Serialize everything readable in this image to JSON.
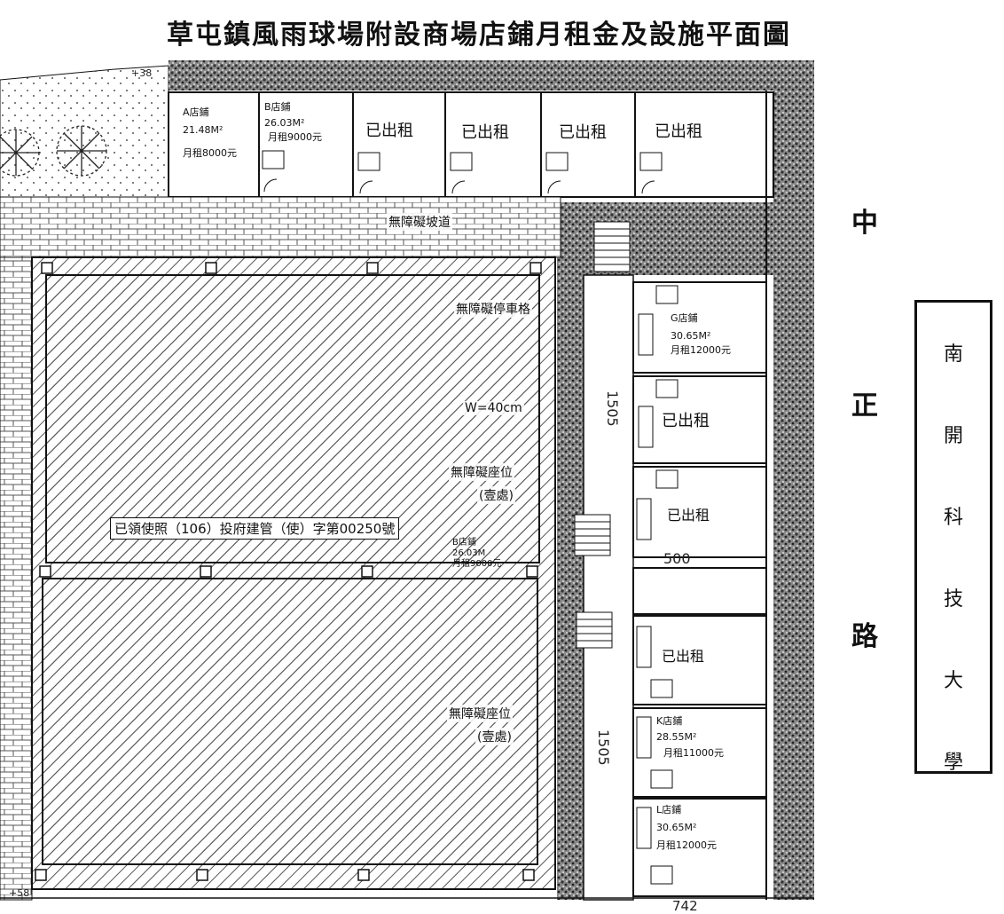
{
  "title": "草屯鎮風雨球場附設商場店鋪月租金及設施平面圖",
  "shops_top": [
    {
      "name": "A店鋪",
      "area": "21.48M²",
      "rent": "月租8000元"
    },
    {
      "name": "B店鋪",
      "area": "26.03M²",
      "rent": "月租9000元"
    },
    {
      "status": "已出租"
    },
    {
      "status": "已出租"
    },
    {
      "status": "已出租"
    },
    {
      "status": "已出租"
    }
  ],
  "shops_right": {
    "g": {
      "name": "G店鋪",
      "area": "30.65M²",
      "rent": "月租12000元"
    },
    "h": {
      "status": "已出租"
    },
    "i": {
      "status": "已出租"
    },
    "j": {
      "status": "已出租"
    },
    "k": {
      "name": "K店鋪",
      "area": "28.55M²",
      "rent": "月租11000元"
    },
    "l": {
      "name": "L店鋪",
      "area": "30.65M²",
      "rent": "月租12000元"
    }
  },
  "small_shop": {
    "name": "B店鋪",
    "area": "26.03M",
    "rent": "月租9000元"
  },
  "road": [
    "中",
    "正",
    "路"
  ],
  "university": [
    "南",
    "開",
    "科",
    "技",
    "大",
    "學"
  ],
  "annotations": {
    "a1": "無障礙坡道",
    "a2": "無障礙停車格",
    "a3": "W=40cm",
    "a4": "無障礙座位",
    "a5": "(壹處)",
    "a6": "無障礙座位",
    "a7": "(壹處)"
  },
  "permit_text": "已領使照（106）投府建管（使）字第00250號",
  "dims": {
    "d1": "1505",
    "d2": "1505",
    "d3": "500",
    "d4": "742",
    "d5": "+38",
    "d6": "+58"
  },
  "colors": {
    "line": "#111111",
    "hatch": "#555555",
    "stone": "#444444"
  }
}
